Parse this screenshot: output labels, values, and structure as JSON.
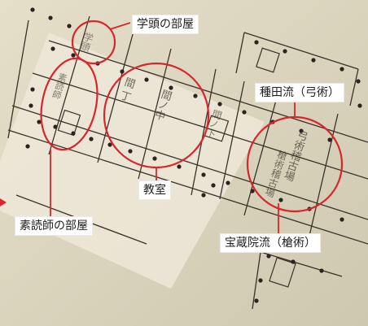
{
  "colors": {
    "paper": "#dcd6c0",
    "paper_light": "#e6e0cc",
    "paper_overlay": "#ece7d6",
    "ink": "#3a3128",
    "dot": "#2a2420",
    "annotation": "#d9252b",
    "label_bg": "#ffffff"
  },
  "callouts": {
    "gaku_to": "学頭の部屋",
    "taneda": "種田流（弓術）",
    "kyoushitsu": "教室",
    "sodokushi": "素読師の部屋",
    "hozoin": "宝蔵院流（槍術）"
  },
  "plan_text": {
    "room_a": "学頭",
    "room_b": "素読師",
    "room_c1": "間 丁",
    "room_c2": "間ノ中",
    "room_c3": "間ノ下",
    "room_d": "弓術稽古場",
    "room_e": "槍術稽古場"
  },
  "icons": [
    "red-circle-icon",
    "dot-marker-icon",
    "arrow-marker-icon"
  ]
}
